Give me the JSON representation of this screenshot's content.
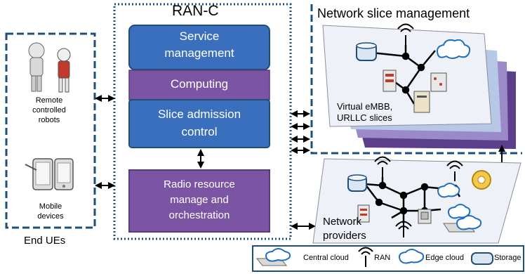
{
  "end_ues": {
    "title": "End UEs",
    "robots_label_1": "Remote",
    "robots_label_2": "controlled",
    "robots_label_3": "robots",
    "mobile_label_1": "Mobile",
    "mobile_label_2": "devices"
  },
  "ran_c": {
    "title": "RAN-C",
    "service_1": "Service",
    "service_2": "management",
    "computing": "Computing",
    "slice_admission_1": "Slice admission",
    "slice_admission_2": "control",
    "radio_1": "Radio resource",
    "radio_2": "manage and",
    "radio_3": "orchestration"
  },
  "slice_mgmt": {
    "title": "Network slice management",
    "virtual_1": "Virtual eMBB,",
    "virtual_2": "URLLC slices"
  },
  "providers": {
    "label_1": "Network",
    "label_2": "providers"
  },
  "legend": {
    "central": "Central cloud",
    "ran": "RAN",
    "edge": "Edge cloud",
    "storage": "Storage"
  },
  "colors": {
    "blue": "#3a6fbd",
    "purple": "#7b55a3",
    "dash": "#1f4e79"
  }
}
